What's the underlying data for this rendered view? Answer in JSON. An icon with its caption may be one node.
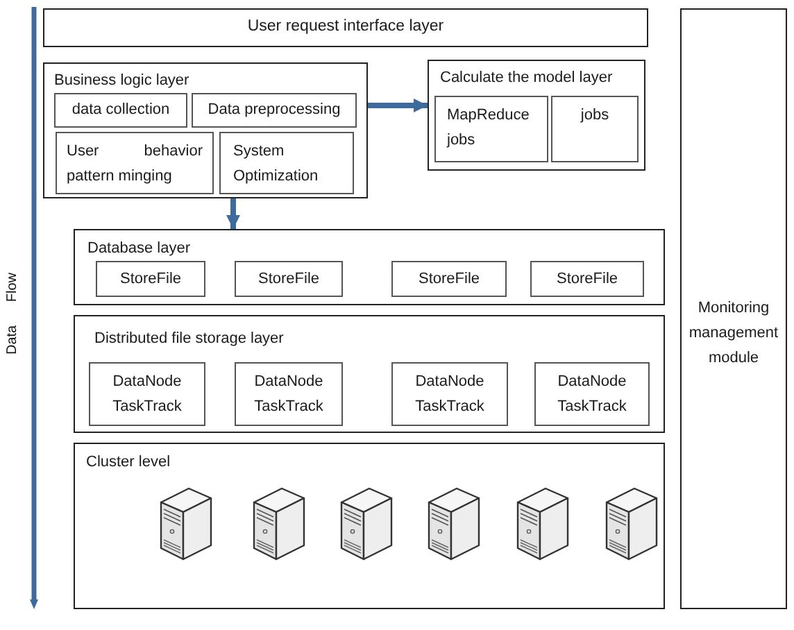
{
  "diagram": {
    "nodes": [
      {
        "text": [
          "User request interface layer"
        ]
      },
      {
        "text": [
          "Business logic layer"
        ]
      },
      {
        "text": [
          "data collection"
        ],
        "in": 1
      },
      {
        "text": [
          "Data preprocessing"
        ],
        "in": 1
      },
      {
        "text": [
          "User behavior pattern minging"
        ],
        "in": 1
      },
      {
        "text": [
          "System Optimization"
        ],
        "in": 1
      },
      {
        "text": [
          "Calculate the model layer"
        ]
      },
      {
        "text": [
          "MapReduce jobs"
        ],
        "in": 6
      },
      {
        "text": [
          "jobs"
        ],
        "in": 6
      },
      {
        "text": [
          "Database layer"
        ]
      },
      {
        "text": [
          "StoreFile"
        ],
        "in": 9
      },
      {
        "text": [
          "StoreFile"
        ],
        "in": 9
      },
      {
        "text": [
          "StoreFile"
        ],
        "in": 9
      },
      {
        "text": [
          "StoreFile"
        ],
        "in": 9
      },
      {
        "text": [
          "Distributed file storage layer"
        ]
      },
      {
        "text": [
          "DataNode TaskTrack"
        ],
        "in": 14
      },
      {
        "text": [
          "DataNode TaskTrack"
        ],
        "in": 14
      },
      {
        "text": [
          "DataNode TaskTrack"
        ],
        "in": 14
      },
      {
        "text": [
          "DataNode TaskTrack"
        ],
        "in": 14
      },
      {
        "text": [
          "Cluster level"
        ]
      },
      {
        "text": [
          "Monitoring management module"
        ]
      }
    ],
    "edges": [
      {
        "from": 1,
        "to": 6,
        "arrow": "to"
      },
      {
        "from": 1,
        "to": 9,
        "arrow": "to"
      }
    ],
    "labels": [
      "Data Flow"
    ]
  }
}
